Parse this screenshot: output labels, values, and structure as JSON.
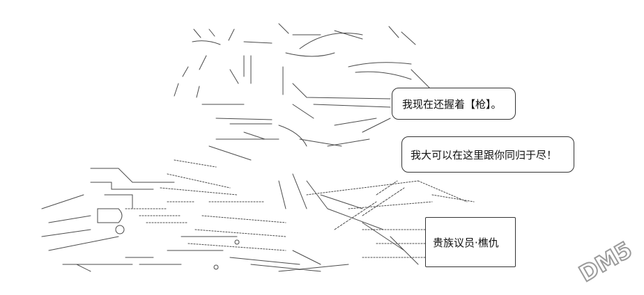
{
  "speech_bubbles": [
    {
      "text": "我现在还握着【枪】。"
    },
    {
      "text": "我大可以在这里跟你同归于尽！"
    }
  ],
  "caption": {
    "text": "贵族议员·樵仇"
  },
  "watermark": {
    "text": "DM5",
    "icon": "dm5-logo"
  }
}
